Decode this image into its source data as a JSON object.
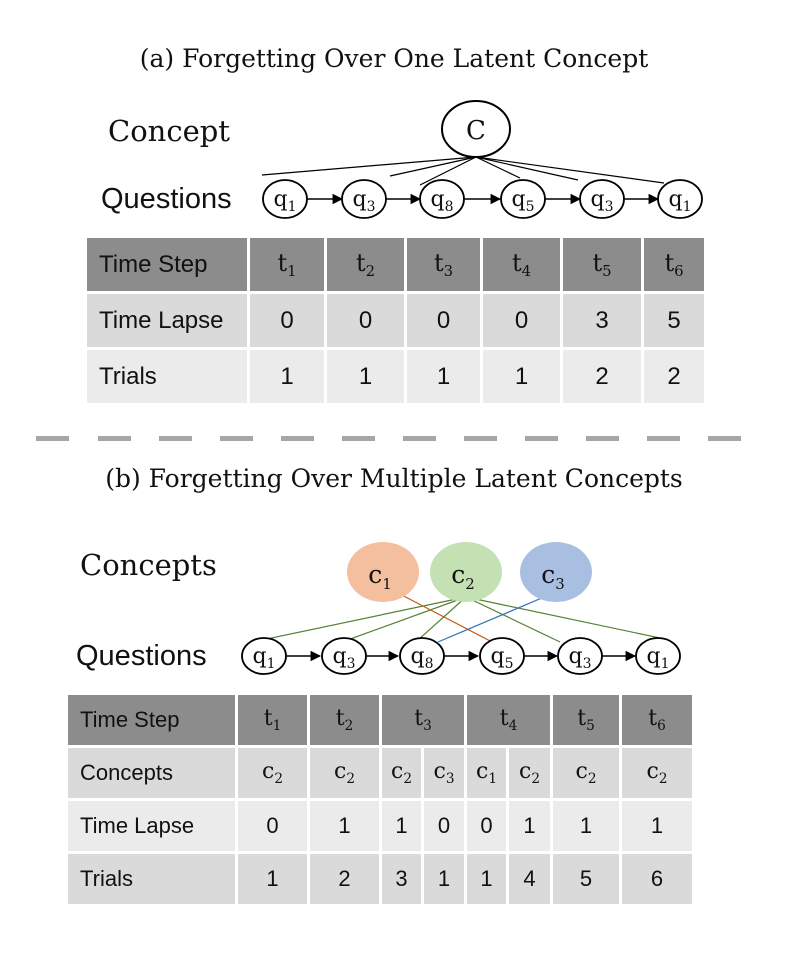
{
  "panel_a": {
    "title": "(a) Forgetting  Over One Latent Concept",
    "concept_label": "Concept",
    "questions_label": "Questions",
    "concept_node": "C",
    "questions": [
      {
        "base": "q",
        "sub": "1"
      },
      {
        "base": "q",
        "sub": "3"
      },
      {
        "base": "q",
        "sub": "8"
      },
      {
        "base": "q",
        "sub": "5"
      },
      {
        "base": "q",
        "sub": "3"
      },
      {
        "base": "q",
        "sub": "1"
      }
    ],
    "table": {
      "header_label": "Time Step",
      "time_steps": [
        {
          "base": "t",
          "sub": "1"
        },
        {
          "base": "t",
          "sub": "2"
        },
        {
          "base": "t",
          "sub": "3"
        },
        {
          "base": "t",
          "sub": "4"
        },
        {
          "base": "t",
          "sub": "5"
        },
        {
          "base": "t",
          "sub": "6"
        }
      ],
      "rows": [
        {
          "label": "Time Lapse",
          "values": [
            "0",
            "0",
            "0",
            "0",
            "3",
            "5"
          ]
        },
        {
          "label": "Trials",
          "values": [
            "1",
            "1",
            "1",
            "1",
            "2",
            "2"
          ]
        }
      ]
    }
  },
  "panel_b": {
    "title": "(b) Forgetting Over Multiple Latent Concepts",
    "concepts_label": "Concepts",
    "questions_label": "Questions",
    "concept_nodes": [
      {
        "base": "c",
        "sub": "1",
        "color": "#f4bf9e"
      },
      {
        "base": "c",
        "sub": "2",
        "color": "#c4e1b4"
      },
      {
        "base": "c",
        "sub": "3",
        "color": "#a9bfe1"
      }
    ],
    "edge_colors": {
      "c1": "#c55a11",
      "c2": "#548235",
      "c3": "#2e75b6"
    },
    "questions": [
      {
        "base": "q",
        "sub": "1"
      },
      {
        "base": "q",
        "sub": "3"
      },
      {
        "base": "q",
        "sub": "8"
      },
      {
        "base": "q",
        "sub": "5"
      },
      {
        "base": "q",
        "sub": "3"
      },
      {
        "base": "q",
        "sub": "1"
      }
    ],
    "table": {
      "header_label": "Time Step",
      "time_steps": [
        {
          "base": "t",
          "sub": "1"
        },
        {
          "base": "t",
          "sub": "2"
        },
        {
          "base": "t",
          "sub": "3"
        },
        {
          "base": "t",
          "sub": "4"
        },
        {
          "base": "t",
          "sub": "5"
        },
        {
          "base": "t",
          "sub": "6"
        }
      ],
      "concepts_row_label": "Concepts",
      "concepts": [
        {
          "base": "c",
          "sub": "2"
        },
        {
          "base": "c",
          "sub": "2"
        },
        {
          "base": "c",
          "sub": "2"
        },
        {
          "base": "c",
          "sub": "3"
        },
        {
          "base": "c",
          "sub": "1"
        },
        {
          "base": "c",
          "sub": "2"
        },
        {
          "base": "c",
          "sub": "2"
        },
        {
          "base": "c",
          "sub": "2"
        }
      ],
      "rows": [
        {
          "label": "Time Lapse",
          "values": [
            "0",
            "1",
            "1",
            "0",
            "0",
            "1",
            "1",
            "1"
          ]
        },
        {
          "label": "Trials",
          "values": [
            "1",
            "2",
            "3",
            "1",
            "1",
            "4",
            "5",
            "6"
          ]
        }
      ]
    }
  }
}
